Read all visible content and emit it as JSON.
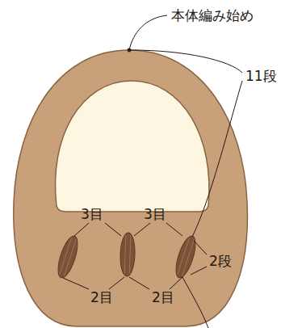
{
  "diagram": {
    "labels": [
      "本体編み始め",
      "11段",
      "3目",
      "3目",
      "2段",
      "2目",
      "2目"
    ]
  }
}
